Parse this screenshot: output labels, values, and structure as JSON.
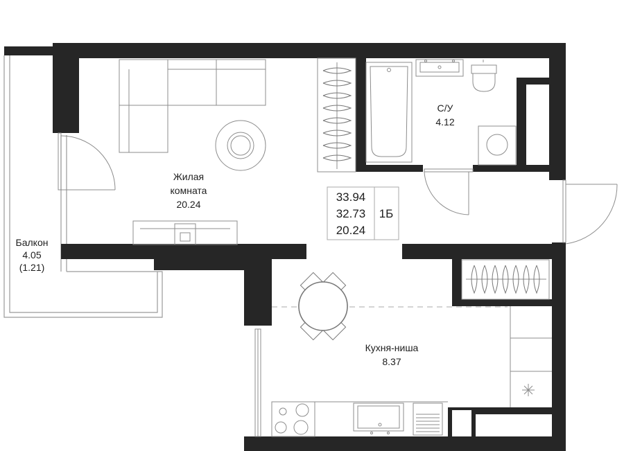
{
  "rooms": {
    "living": {
      "name_line1": "Жилая",
      "name_line2": "комната",
      "area": "20.24"
    },
    "bathroom": {
      "name": "С/У",
      "area": "4.12"
    },
    "kitchen": {
      "name": "Кухня-ниша",
      "area": "8.37"
    },
    "balcony": {
      "name": "Балкон",
      "area": "4.05",
      "reduced_area": "(1.21)"
    }
  },
  "summary": {
    "total_area": "33.94",
    "area_without_balcony": "32.73",
    "living_area": "20.24",
    "apartment_type": "1Б"
  },
  "colors": {
    "wall": "#262626",
    "line": "#8c8c8c",
    "text": "#1e1e1e"
  }
}
